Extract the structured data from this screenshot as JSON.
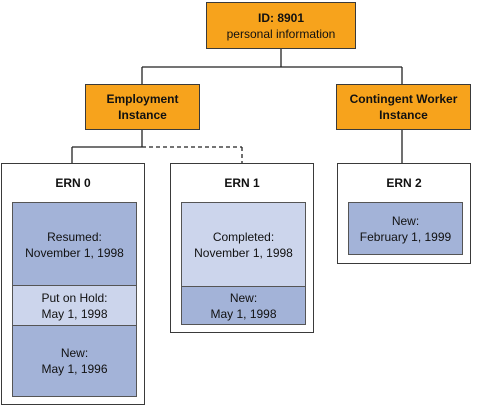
{
  "root": {
    "id_label": "ID: 8901",
    "subtitle": "personal information"
  },
  "instances": {
    "employment": {
      "line1": "Employment",
      "line2": "Instance"
    },
    "contingent": {
      "line1": "Contingent Worker",
      "line2": "Instance"
    }
  },
  "erns": [
    {
      "title": "ERN 0",
      "statuses": [
        {
          "label": "Resumed:",
          "date": "November 1, 1998",
          "shade": "dark"
        },
        {
          "label": "Put on Hold:",
          "date": "May 1, 1998",
          "shade": "light"
        },
        {
          "label": "New:",
          "date": "May 1, 1996",
          "shade": "dark"
        }
      ]
    },
    {
      "title": "ERN 1",
      "statuses": [
        {
          "label": "Completed:",
          "date": "November 1, 1998",
          "shade": "light"
        },
        {
          "label": "New:",
          "date": "May 1, 1998",
          "shade": "dark"
        }
      ]
    },
    {
      "title": "ERN 2",
      "statuses": [
        {
          "label": "New:",
          "date": "February 1, 1999",
          "shade": "dark"
        }
      ]
    }
  ],
  "colors": {
    "orange": "#f7a31c",
    "status_dark": "#a3b3d8",
    "status_light": "#ccd5ec",
    "line": "#222222"
  }
}
